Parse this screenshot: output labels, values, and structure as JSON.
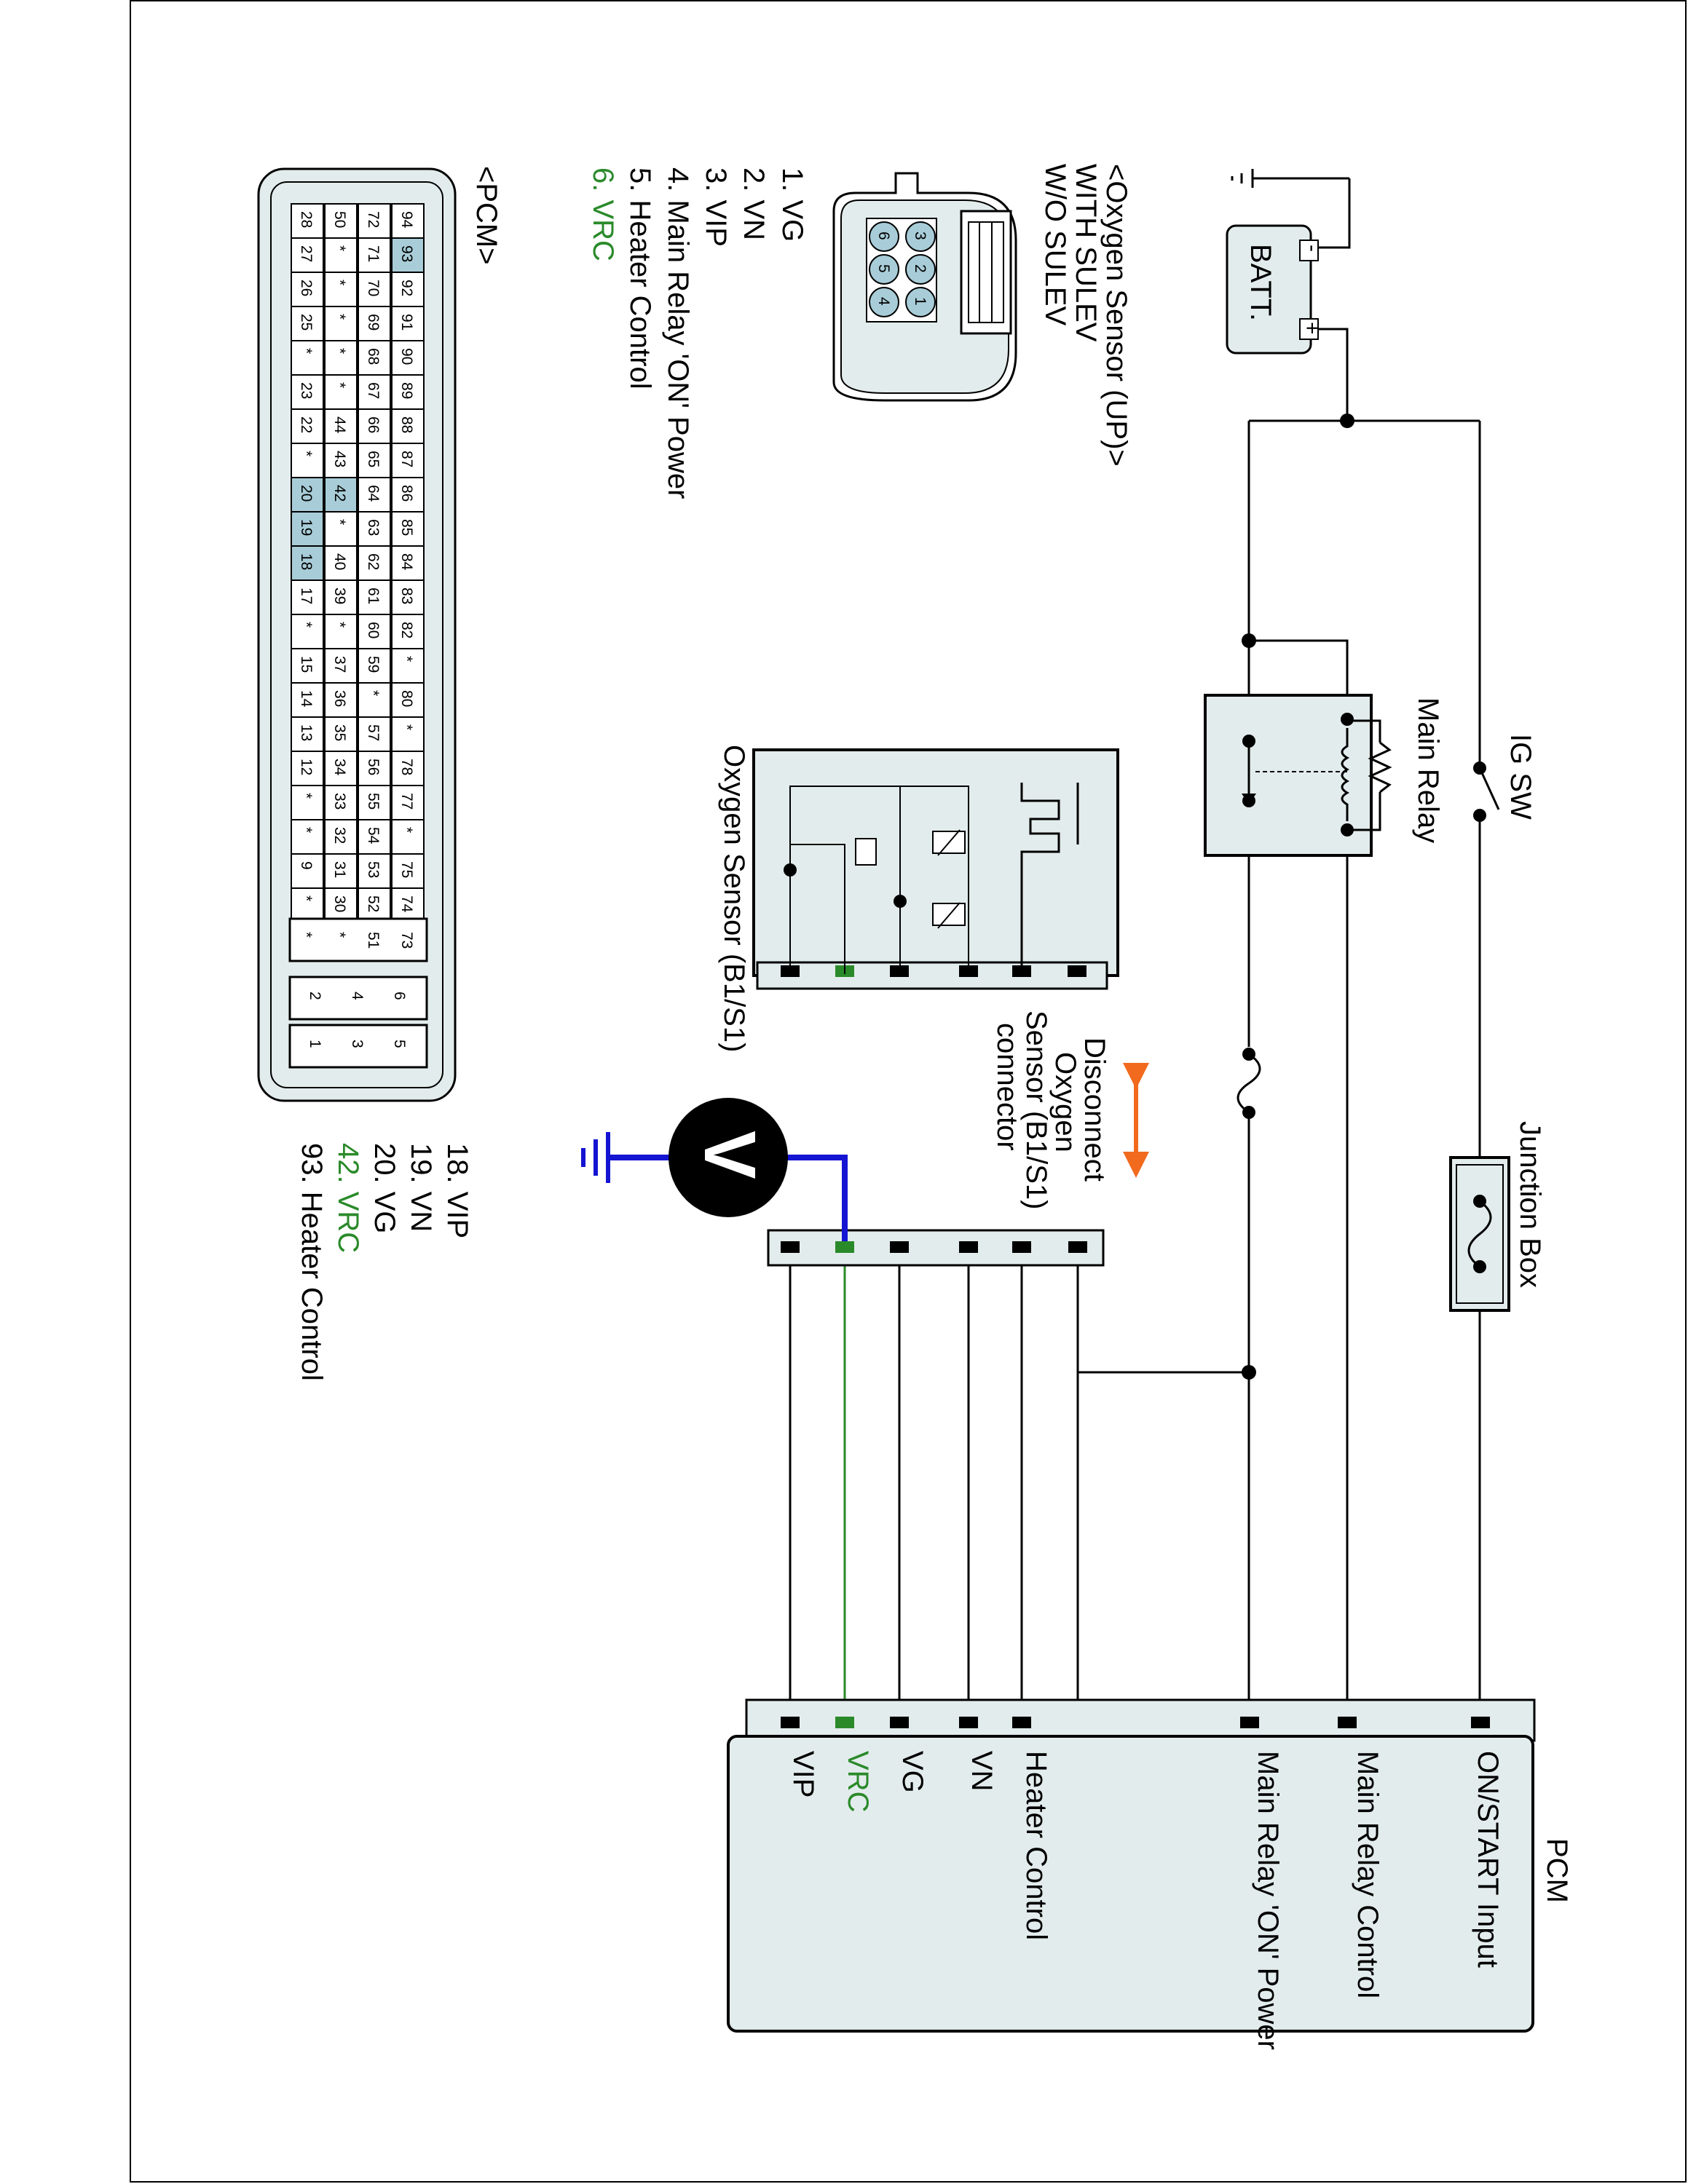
{
  "battery": {
    "label": "BATT.",
    "minus": "-",
    "plus": "+"
  },
  "ig_switch": {
    "label": "IG SW"
  },
  "main_relay": {
    "label": "Main Relay"
  },
  "junction_box": {
    "label": "Junction Box"
  },
  "oxygen_sensor": {
    "label": "Oxygen Sensor (B1/S1)"
  },
  "disconnect_note": [
    "Disconnect",
    "Oxygen",
    "Sensor (B1/S1)",
    "connector"
  ],
  "voltmeter": {
    "symbol": "V"
  },
  "pcm": {
    "title": "PCM",
    "terminals": [
      "ON/START Input",
      "Main Relay Control",
      "Main Relay 'ON' Power",
      "Heater Control",
      "VN",
      "VG",
      "VRC",
      "VIP"
    ]
  },
  "connector_view": {
    "title_lines": [
      "<Oxygen Sensor (UP)>",
      "WITH SULEV",
      "W/O SULEV"
    ],
    "pins": [
      "1",
      "2",
      "3",
      "4",
      "5",
      "6"
    ],
    "pin_list": [
      {
        "text": "1. VG",
        "highlight": false
      },
      {
        "text": "2. VN",
        "highlight": false
      },
      {
        "text": "3. VIP",
        "highlight": false
      },
      {
        "text": "4. Main Relay  'ON' Power",
        "highlight": false
      },
      {
        "text": "5. Heater Control",
        "highlight": false
      },
      {
        "text": "6. VRC",
        "highlight": true
      }
    ]
  },
  "pcm_connector": {
    "title": "<PCM>",
    "row1": [
      "94",
      "93",
      "92",
      "91",
      "90",
      "89",
      "88",
      "87",
      "86",
      "85",
      "84",
      "83",
      "82",
      "*",
      "80",
      "*",
      "78",
      "77",
      "*",
      "75",
      "74"
    ],
    "row2": [
      "72",
      "71",
      "70",
      "69",
      "68",
      "67",
      "66",
      "65",
      "64",
      "63",
      "62",
      "61",
      "60",
      "59",
      "*",
      "57",
      "56",
      "55",
      "54",
      "53",
      "52"
    ],
    "row3": [
      "50",
      "*",
      "*",
      "*",
      "*",
      "*",
      "44",
      "43",
      "42",
      "*",
      "40",
      "39",
      "*",
      "37",
      "36",
      "35",
      "34",
      "33",
      "32",
      "31",
      "30"
    ],
    "row4": [
      "28",
      "27",
      "26",
      "25",
      "*",
      "23",
      "22",
      "*",
      "20",
      "19",
      "18",
      "17",
      "*",
      "15",
      "14",
      "13",
      "12",
      "*",
      "*",
      "9",
      "*"
    ],
    "side_block": [
      "73",
      "51",
      "*",
      "*"
    ],
    "power_block": [
      "6",
      "5",
      "4",
      "3",
      "2",
      "1"
    ],
    "highlighted": [
      "93",
      "42",
      "20",
      "19",
      "18"
    ],
    "pin_list": [
      {
        "text": "18. VIP",
        "highlight": false
      },
      {
        "text": "19. VN",
        "highlight": false
      },
      {
        "text": "20. VG",
        "highlight": false
      },
      {
        "text": "42. VRC",
        "highlight": true
      },
      {
        "text": "93. Heater Control",
        "highlight": false
      }
    ]
  },
  "colors": {
    "accent_green": "#2a8a2a",
    "probe_blue": "#1414d2",
    "arrow_orange": "#f26a1e",
    "box_fill": "#e3ecec",
    "pin_highlight": "#a8cdd8"
  }
}
